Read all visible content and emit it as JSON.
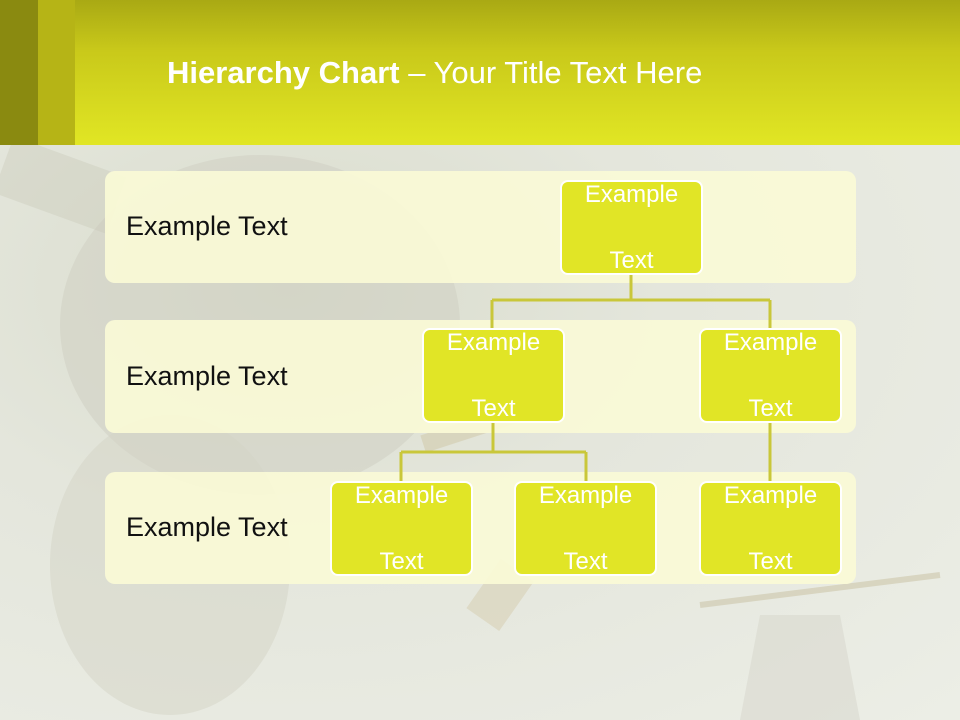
{
  "title": {
    "bold": "Hierarchy Chart",
    "dash": " – ",
    "rest": "Your Title Text Here"
  },
  "levels": [
    {
      "label": "Example Text"
    },
    {
      "label": "Example Text"
    },
    {
      "label": "Example Text"
    }
  ],
  "nodes": [
    {
      "line1": "Example",
      "line2": "Text"
    },
    {
      "line1": "Example",
      "line2": "Text"
    },
    {
      "line1": "Example",
      "line2": "Text"
    },
    {
      "line1": "Example",
      "line2": "Text"
    },
    {
      "line1": "Example",
      "line2": "Text"
    },
    {
      "line1": "Example",
      "line2": "Text"
    }
  ],
  "colors": {
    "accent": "#e1e526",
    "connector": "#c9c73a",
    "band": "#fafad6"
  }
}
